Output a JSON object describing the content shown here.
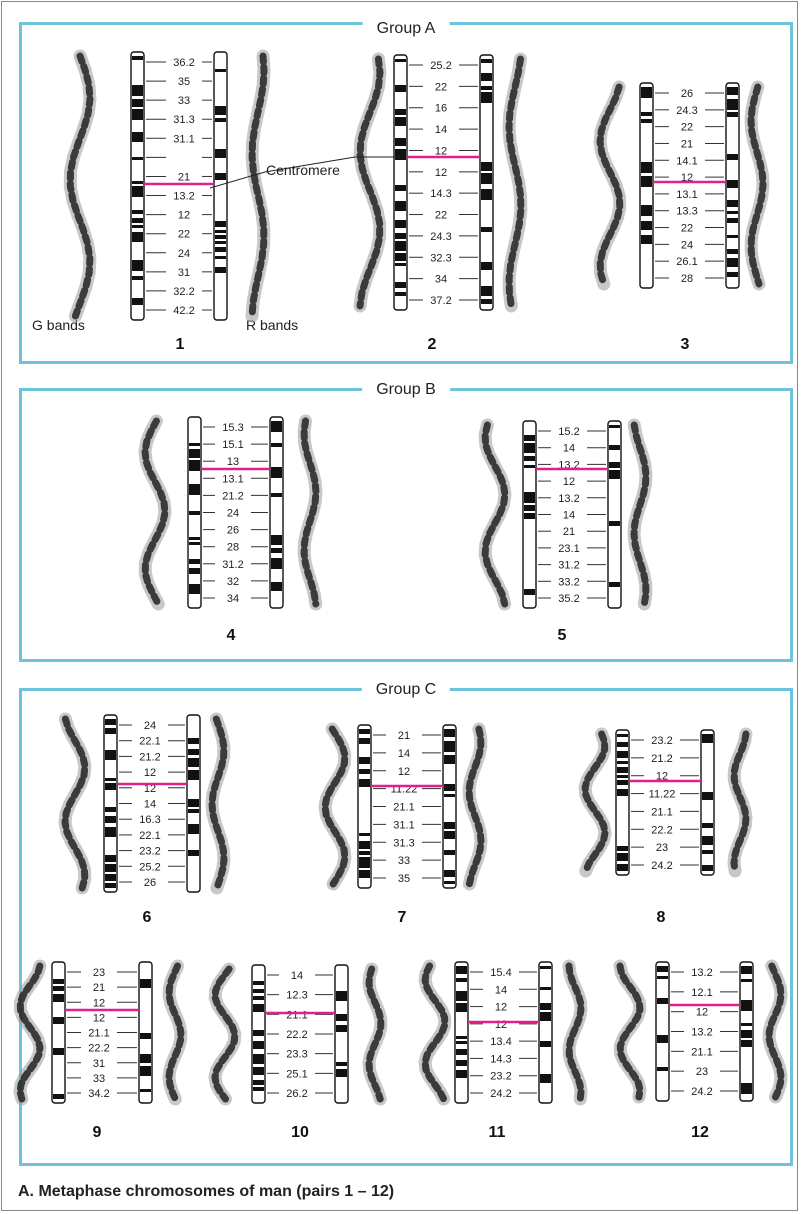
{
  "caption": "A. Metaphase chromosomes of man (pairs 1 – 12)",
  "groups": [
    {
      "title": "Group A"
    },
    {
      "title": "Group B"
    },
    {
      "title": "Group C"
    }
  ],
  "side_labels": {
    "g_bands": "G bands",
    "r_bands": "R bands",
    "centromere": "Centromere"
  },
  "colors": {
    "frame": "#6ec3dc",
    "centromere": "#e0218a"
  },
  "chromosomes": [
    {
      "number": "1",
      "bands": [
        "36.2",
        "35",
        "33",
        "31.3",
        "31.1",
        "",
        "21",
        "13.2",
        "12",
        "22",
        "24",
        "31",
        "32.2",
        "42.2"
      ]
    },
    {
      "number": "2",
      "bands": [
        "25.2",
        "22",
        "16",
        "14",
        "12",
        "12",
        "14.3",
        "22",
        "24.3",
        "32.3",
        "34",
        "37.2"
      ]
    },
    {
      "number": "3",
      "bands": [
        "26",
        "24.3",
        "22",
        "21",
        "14.1",
        "12",
        "13.1",
        "13.3",
        "22",
        "24",
        "26.1",
        "28"
      ]
    },
    {
      "number": "4",
      "bands": [
        "15.3",
        "15.1",
        "13",
        "13.1",
        "21.2",
        "24",
        "26",
        "28",
        "31.2",
        "32",
        "34"
      ]
    },
    {
      "number": "5",
      "bands": [
        "15.2",
        "14",
        "13.2",
        "12",
        "13.2",
        "14",
        "21",
        "23.1",
        "31.2",
        "33.2",
        "35.2"
      ]
    },
    {
      "number": "6",
      "bands": [
        "24",
        "22.1",
        "21.2",
        "12",
        "12",
        "14",
        "16.3",
        "22.1",
        "23.2",
        "25.2",
        "26"
      ]
    },
    {
      "number": "7",
      "bands": [
        "21",
        "14",
        "12",
        "11.22",
        "21.1",
        "31.1",
        "31.3",
        "33",
        "35"
      ]
    },
    {
      "number": "8",
      "bands": [
        "23.2",
        "21.2",
        "12",
        "11.22",
        "21.1",
        "22.2",
        "23",
        "24.2"
      ]
    },
    {
      "number": "9",
      "bands": [
        "23",
        "21",
        "12",
        "12",
        "21.1",
        "22.2",
        "31",
        "33",
        "34.2"
      ]
    },
    {
      "number": "10",
      "bands": [
        "14",
        "12.3",
        "21.1",
        "22.2",
        "23.3",
        "25.1",
        "26.2"
      ]
    },
    {
      "number": "11",
      "bands": [
        "15.4",
        "14",
        "12",
        "12",
        "13.4",
        "14.3",
        "23.2",
        "24.2"
      ]
    },
    {
      "number": "12",
      "bands": [
        "13.2",
        "12.1",
        "12",
        "13.2",
        "21.1",
        "23",
        "24.2"
      ]
    }
  ]
}
